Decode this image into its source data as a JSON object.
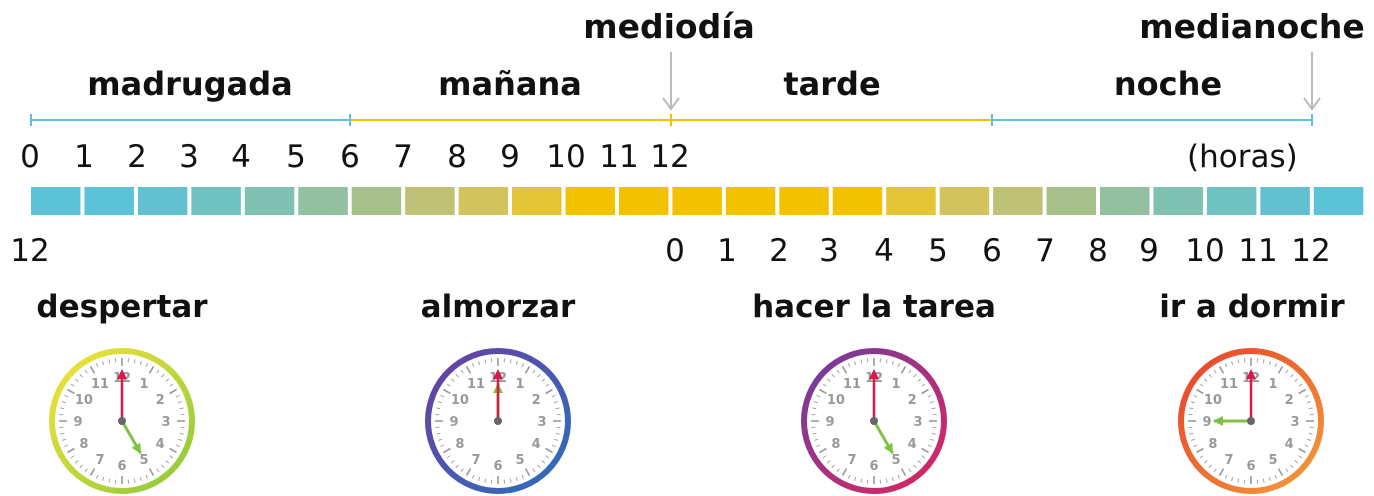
{
  "markers": {
    "mediodia": "mediodía",
    "medianoche": "medianoche"
  },
  "periods": [
    {
      "label": "madrugada",
      "color": "#5BC2D8"
    },
    {
      "label": "mañana",
      "color": "#F2C200"
    },
    {
      "label": "tarde",
      "color": "#F2C200"
    },
    {
      "label": "noche",
      "color": "#5BC2D8"
    }
  ],
  "top_scale": {
    "labels": [
      "0",
      "1",
      "2",
      "3",
      "4",
      "5",
      "6",
      "7",
      "8",
      "9",
      "10",
      "11",
      "12"
    ],
    "unit": "(horas)"
  },
  "bottom_scale": {
    "start_label": "12",
    "labels": [
      "0",
      "1",
      "2",
      "3",
      "4",
      "5",
      "6",
      "7",
      "8",
      "9",
      "10",
      "11",
      "12"
    ]
  },
  "hour_bar": {
    "colors": [
      "#5BC2D8",
      "#5BC2D8",
      "#62C1CF",
      "#6FC1C2",
      "#80C1B2",
      "#92C0A1",
      "#A8C08B",
      "#BEC176",
      "#D2C35C",
      "#E4C536",
      "#F2C200",
      "#F2C200",
      "#F2C200",
      "#F2C200",
      "#F2C200",
      "#F2C200",
      "#E4C536",
      "#D2C35C",
      "#BEC176",
      "#A8C08B",
      "#92C0A1",
      "#80C1B2",
      "#6FC1C2",
      "#62C1CF",
      "#5BC2D8"
    ]
  },
  "activities": [
    {
      "label": "despertar",
      "hour": 5,
      "minute": 0,
      "ring": [
        "#F5E43A",
        "#8CC83C"
      ]
    },
    {
      "label": "almorzar",
      "hour": 12,
      "minute": 0,
      "ring": [
        "#6B3FA0",
        "#2C6FBF"
      ]
    },
    {
      "label": "hacer la tarea",
      "hour": 5,
      "minute": 0,
      "ring": [
        "#6B3FA0",
        "#E0245E"
      ]
    },
    {
      "label": "ir a dormir",
      "hour": 9,
      "minute": 0,
      "ring": [
        "#E8412B",
        "#F39C3A"
      ]
    }
  ],
  "clock_face": {
    "numbers": [
      "12",
      "1",
      "2",
      "3",
      "4",
      "5",
      "6",
      "7",
      "8",
      "9",
      "10",
      "11"
    ],
    "minute_hand_color": "#D8194A",
    "hour_hand_color": "#7DC242"
  }
}
